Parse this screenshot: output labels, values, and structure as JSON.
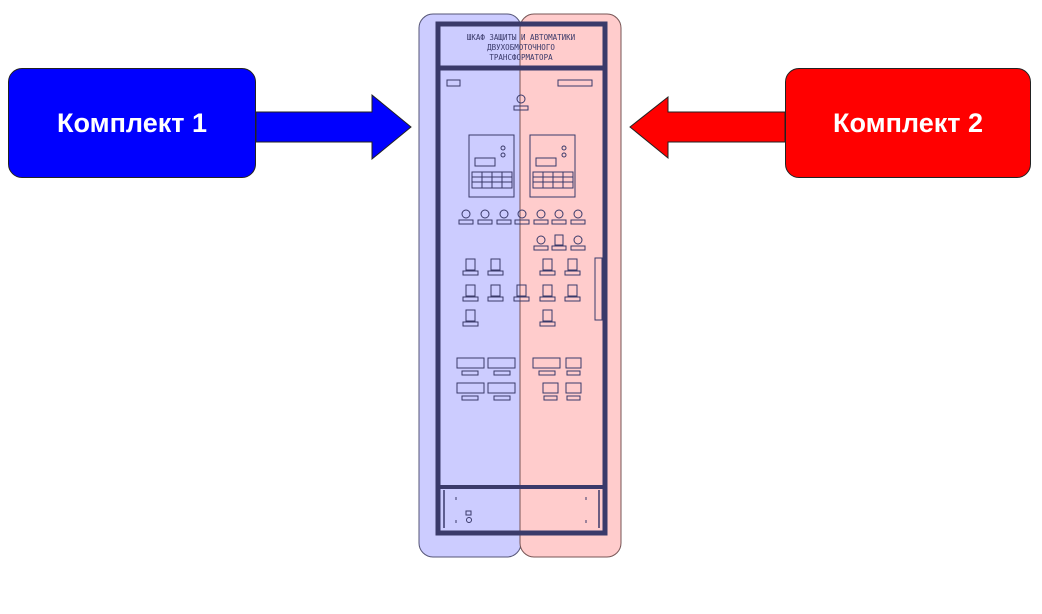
{
  "kit1": {
    "label": "Комплект 1",
    "color": "#0000ff",
    "overlay": "#ccccff"
  },
  "kit2": {
    "label": "Комплект 2",
    "color": "#ff0000",
    "overlay": "#ffcccc"
  },
  "cabinet": {
    "title_lines": [
      "ШКАФ ЗАЩИТЫ И АВТОМАТИКИ",
      "ДВУХОБМОТОЧНОГО",
      "ТРАНСФОРМАТОРА"
    ],
    "frame_color": "#3a3a6a"
  }
}
